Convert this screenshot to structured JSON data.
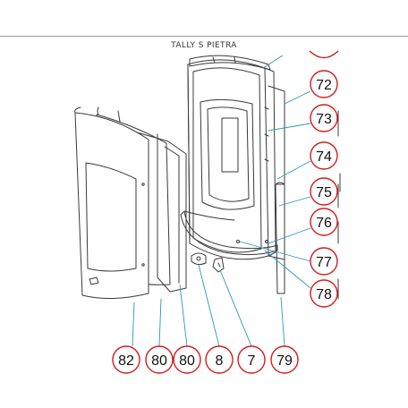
{
  "title": "TALLY S PIETRA",
  "colors": {
    "callout_ring": "#d11e1e",
    "leader_line": "#2a9ab4",
    "part_stroke": "#3a3a3a",
    "label_text": "#111111"
  },
  "callouts": [
    {
      "id": "c72",
      "label": "72"
    },
    {
      "id": "c73",
      "label": "73"
    },
    {
      "id": "c74",
      "label": "74"
    },
    {
      "id": "c75",
      "label": "75"
    },
    {
      "id": "c76",
      "label": "76"
    },
    {
      "id": "c77",
      "label": "77"
    },
    {
      "id": "c78",
      "label": "78"
    },
    {
      "id": "c82",
      "label": "82"
    },
    {
      "id": "c80a",
      "label": "80"
    },
    {
      "id": "c80b",
      "label": "80"
    },
    {
      "id": "c8",
      "label": "8"
    },
    {
      "id": "c7",
      "label": "7"
    },
    {
      "id": "c79",
      "label": "79"
    }
  ]
}
